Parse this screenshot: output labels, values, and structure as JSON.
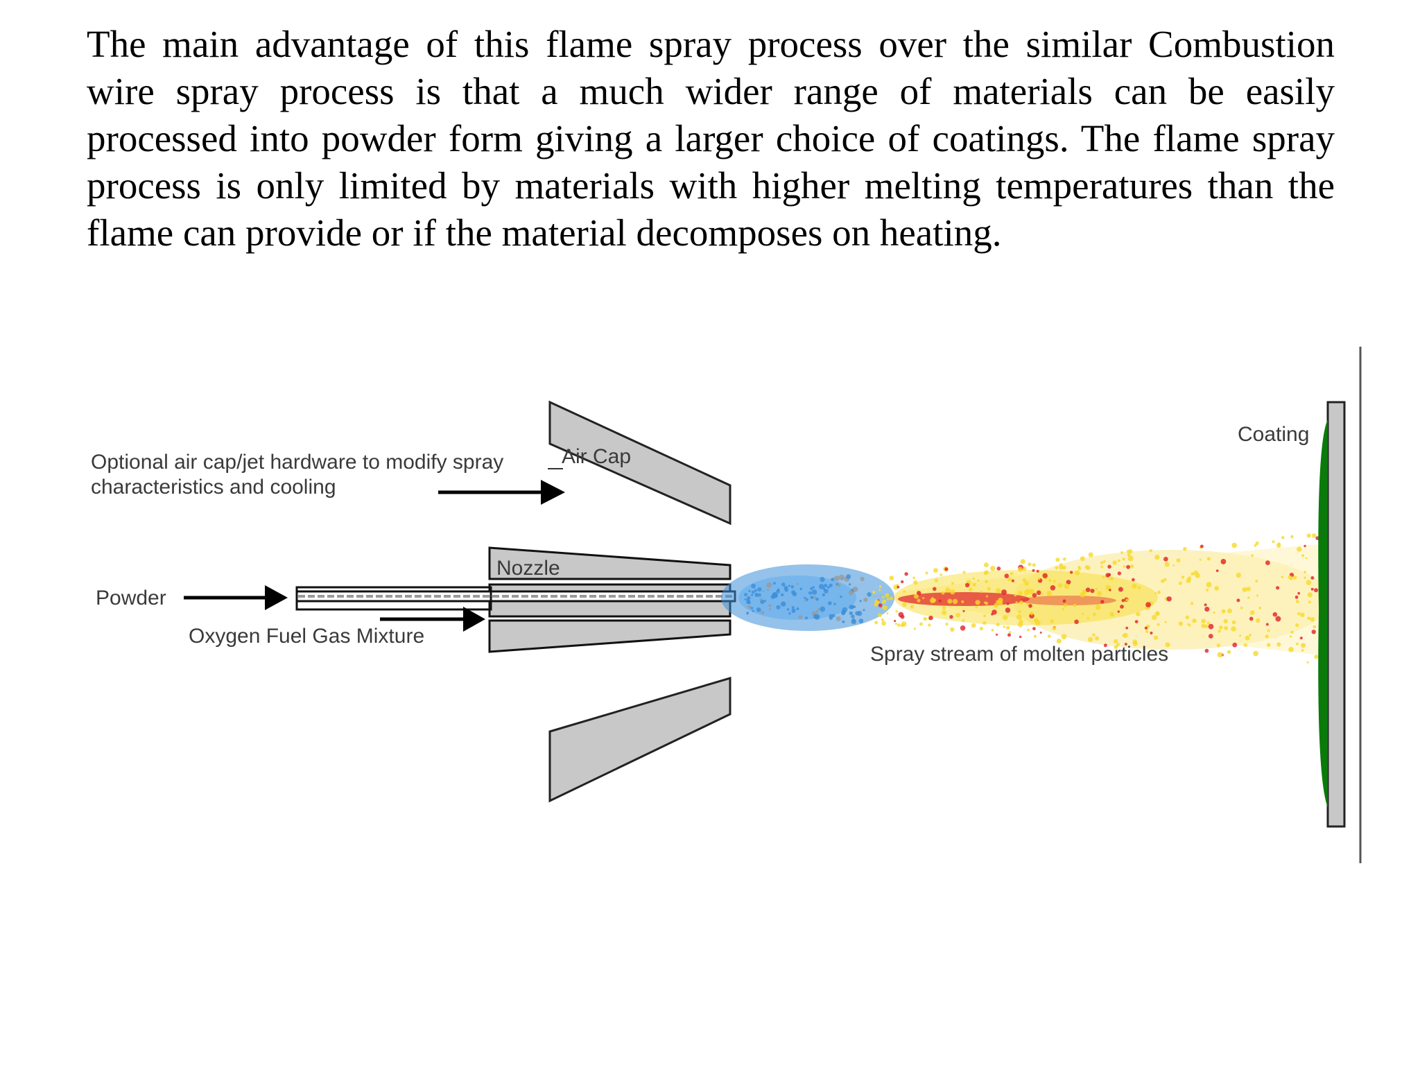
{
  "paragraph": "The main advantage of this flame spray process over the similar Combustion wire spray process is that a much wider range of materials can be easily processed into powder form giving a larger choice of coatings. The flame spray process is only limited by materials with higher melting temperatures than the flame can provide or if the material decomposes on heating.",
  "diagram": {
    "labels": {
      "optional_line1": "Optional air cap/jet hardware to modify spray",
      "optional_line2": "characteristics and cooling",
      "air_cap": "Air Cap",
      "nozzle": "Nozzle",
      "powder": "Powder",
      "oxygen": "Oxygen Fuel Gas Mixture",
      "spray": "Spray stream of molten particles",
      "coating": "Coating"
    },
    "colors": {
      "part_fill": "#c8c8c8",
      "coating": "#0a7a0a",
      "flame_blue": "#3d8fd8",
      "flame_red": "#e0202a",
      "particles_yellow": "#f6d92a"
    }
  }
}
